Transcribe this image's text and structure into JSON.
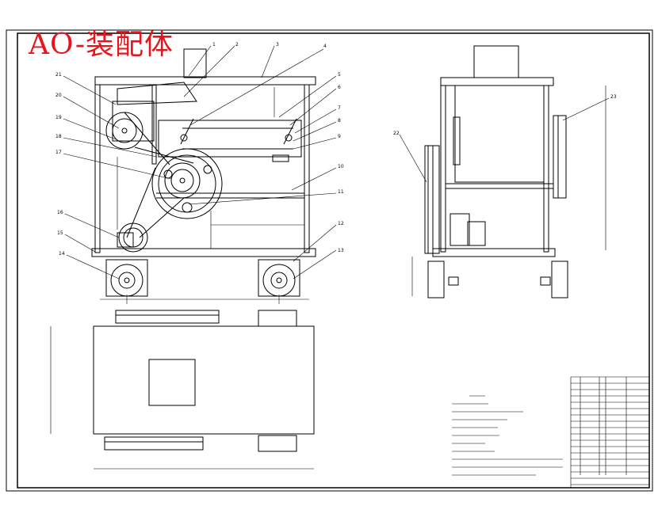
{
  "title": "AO-装配体",
  "callouts": {
    "c1": "1",
    "c2": "2",
    "c3": "3",
    "c4": "4",
    "c5": "5",
    "c6": "6",
    "c7": "7",
    "c8": "8",
    "c9": "9",
    "c10": "10",
    "c11": "11",
    "c12": "12",
    "c13": "13",
    "c14": "14",
    "c15": "15",
    "c16": "16",
    "c17": "17",
    "c18": "18",
    "c19": "19",
    "c20": "20",
    "c21": "21",
    "c22": "22",
    "c23": "23"
  },
  "colors": {
    "title": "#e8141c",
    "line": "#000000",
    "background": "#ffffff"
  }
}
